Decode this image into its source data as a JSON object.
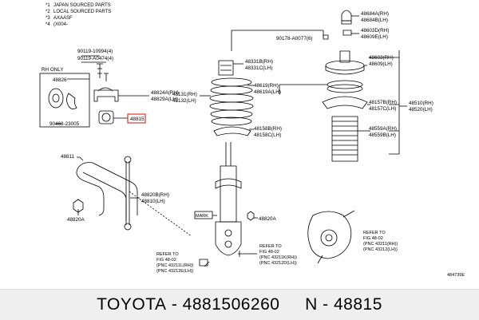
{
  "legend": [
    {
      "marker": "*1",
      "text": "JAPAN SOURCED PARTS"
    },
    {
      "marker": "*2",
      "text": "LOCAL SOURCED PARTS"
    },
    {
      "marker": "*3",
      "text": "AXAASF"
    },
    {
      "marker": "*4",
      "text": "(X004-"
    }
  ],
  "rh_only": "RH ONLY",
  "parts": {
    "p48826": "48826",
    "p90119_a": "90119-10994(4)",
    "p90119_b": "90119-A0474(4)",
    "p90468": "90468-23005",
    "p48824": "48824A(RH)",
    "p48829": "48829A(LH)",
    "p48815": "48815",
    "p48811": "48811",
    "p48820b_rh": "48820B(RH)",
    "p48810_lh": "48810(LH)",
    "p48820a_left": "48820A",
    "p48820a_right": "48820A",
    "p48331_rh": "48331B(RH)",
    "p48331_lh": "48331C(LH)",
    "p48131_rh": "48131(RH)",
    "p48132_lh": "48132(LH)",
    "p48619_rh": "48619(RH)",
    "p48619_lh": "48619A(LH)",
    "p48158_rh": "48158B(RH)",
    "p48158_lh": "48158C(LH)",
    "p90178": "90178-A0077(6)",
    "p48684": "48684A(RH)",
    "p48684b": "48684B(LH)",
    "p48603": "48603D(RH)",
    "p48609": "48609E(LH)",
    "p48603b": "48603(RH)",
    "p48609b": "48609(LH)",
    "p48157": "48157B(RH)",
    "p48157b": "48157C(LH)",
    "p48510": "48510(RH)",
    "p48520": "48520(LH)",
    "p48559": "48559A(RH)",
    "p48559b": "48559B(LH)",
    "mark": "MARK"
  },
  "refs": {
    "left": [
      "REFER TO",
      "FIG 48-02",
      "(PNC 43211L(RH))",
      "(PNC 43212E(LH))"
    ],
    "middle": [
      "REFER TO",
      "FIG 48-02",
      "(PNC 43211K(RH))",
      "(PNC 43212D(LH))"
    ],
    "right": [
      "REFER TO",
      "FIG 48-02",
      "(PNC 43211(RH))",
      "(PNC 43212(LH))"
    ]
  },
  "diagram_id": "484739E",
  "footer": {
    "brand": "TOYOTA",
    "separator": " - ",
    "part_number": "4881506260",
    "gap": "     ",
    "ref_label": "N - ",
    "ref_code": "48815"
  },
  "colors": {
    "highlight_box": "#e8322b"
  }
}
